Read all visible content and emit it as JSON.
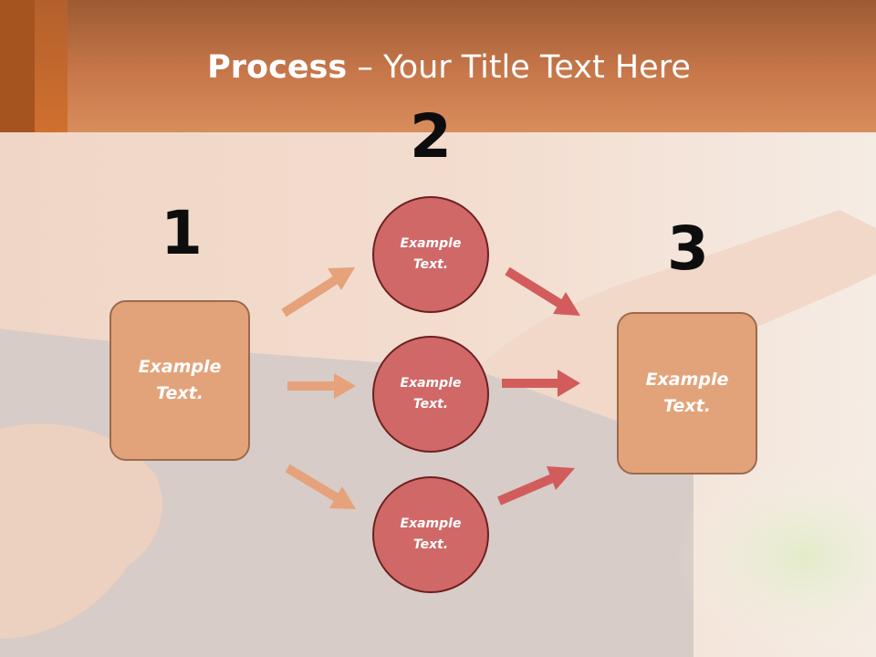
{
  "title": {
    "bold": "Process",
    "rest": " – Your Title Text Here"
  },
  "steps": [
    {
      "number": "1",
      "label": "Example\nText."
    },
    {
      "number": "2",
      "nodes": [
        {
          "label": "Example\nText."
        },
        {
          "label": "Example\nText."
        },
        {
          "label": "Example\nText."
        }
      ]
    },
    {
      "number": "3",
      "label": "Example\nText."
    }
  ],
  "colors": {
    "header": "#c7774a",
    "box_fill": "#e3a37a",
    "circle_fill": "#d06868",
    "arrow_left": "#e6a27b",
    "arrow_right": "#d25c5c"
  }
}
